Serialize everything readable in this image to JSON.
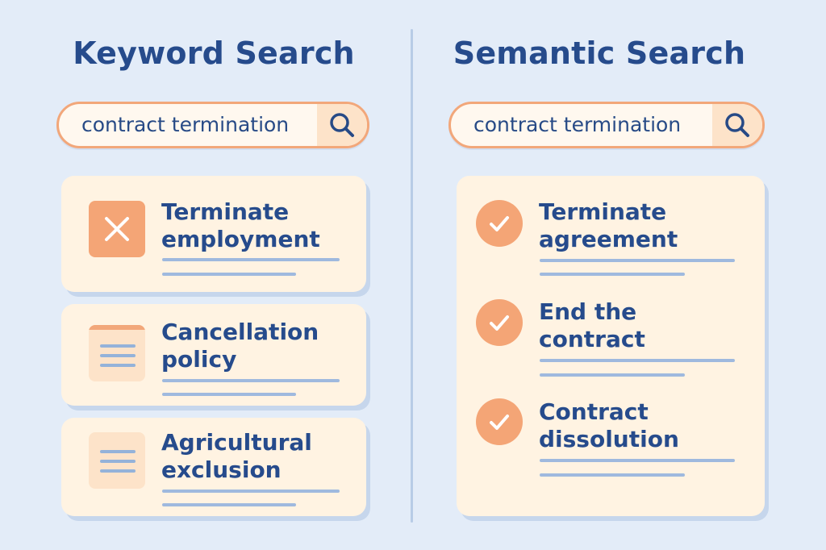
{
  "keyword": {
    "title": "Keyword Search",
    "query": "contract termination",
    "results": [
      {
        "line1": "Terminate",
        "line2": "employment",
        "icon": "x-mark-icon"
      },
      {
        "line1": "Cancellation",
        "line2": "policy",
        "icon": "document-icon"
      },
      {
        "line1": "Agricultural",
        "line2": "exclusion",
        "icon": "document-icon"
      }
    ]
  },
  "semantic": {
    "title": "Semantic Search",
    "query": "contract termination",
    "results": [
      {
        "line1": "Terminate",
        "line2": "agreement",
        "icon": "check-circle-icon"
      },
      {
        "line1": "End the",
        "line2": "contract",
        "icon": "check-circle-icon"
      },
      {
        "line1": "Contract",
        "line2": "dissolution",
        "icon": "check-circle-icon"
      }
    ]
  },
  "colors": {
    "accent": "#f4a576",
    "text": "#264b8c",
    "card": "#fff3e2",
    "background": "#e3ecf8"
  }
}
